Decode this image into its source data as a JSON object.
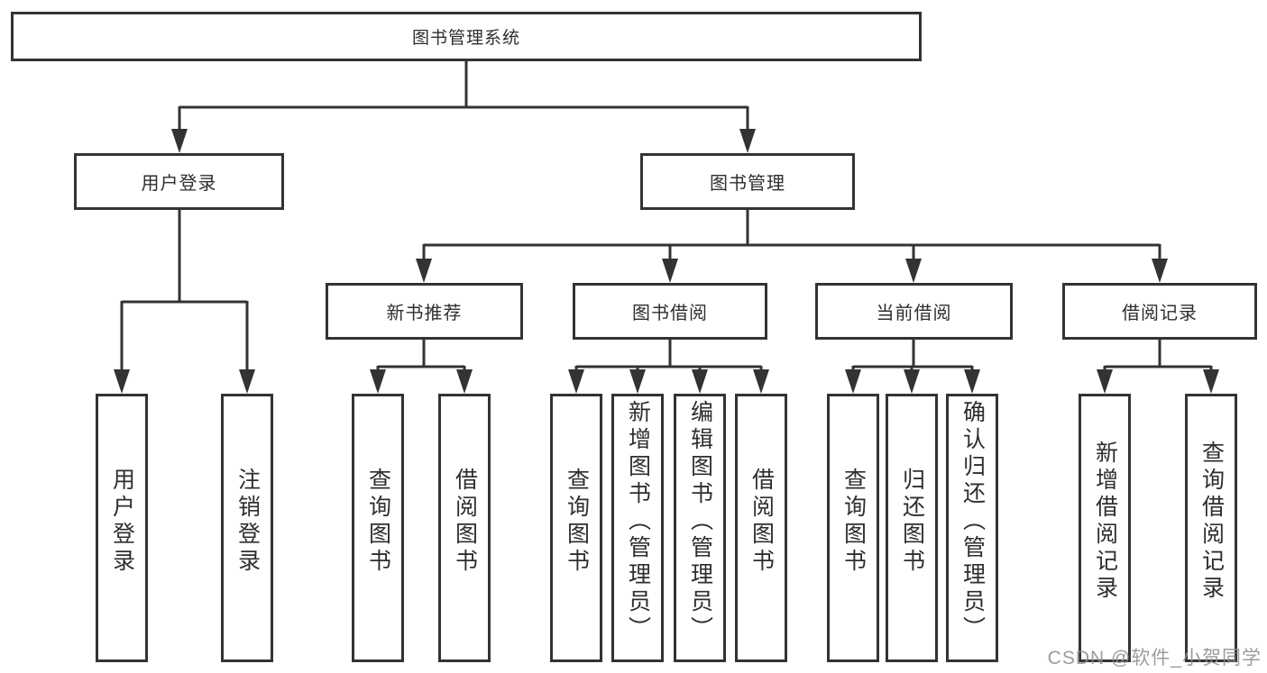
{
  "diagram": {
    "title_note": "functional structure diagram",
    "root": {
      "label": "图书管理系统"
    },
    "level2": [
      {
        "label": "用户登录"
      },
      {
        "label": "图书管理"
      }
    ],
    "level3": [
      {
        "label": "新书推荐"
      },
      {
        "label": "图书借阅"
      },
      {
        "label": "当前借阅"
      },
      {
        "label": "借阅记录"
      }
    ],
    "leaves": [
      {
        "label": "用户登录"
      },
      {
        "label": "注销登录"
      },
      {
        "label": "查询图书"
      },
      {
        "label": "借阅图书"
      },
      {
        "label": "查询图书"
      },
      {
        "label": "新增图书（管理员）"
      },
      {
        "label": "编辑图书（管理员）"
      },
      {
        "label": "借阅图书"
      },
      {
        "label": "查询图书"
      },
      {
        "label": "归还图书"
      },
      {
        "label": "确认归还（管理员）"
      },
      {
        "label": "新增借阅记录"
      },
      {
        "label": "查询借阅记录"
      }
    ]
  },
  "colors": {
    "line": "#333333",
    "box_border": "#333333",
    "text": "#2e2e2e",
    "watermark": "#8f8f8f"
  },
  "watermark": {
    "text": "CSDN @软件_小贺同学"
  }
}
